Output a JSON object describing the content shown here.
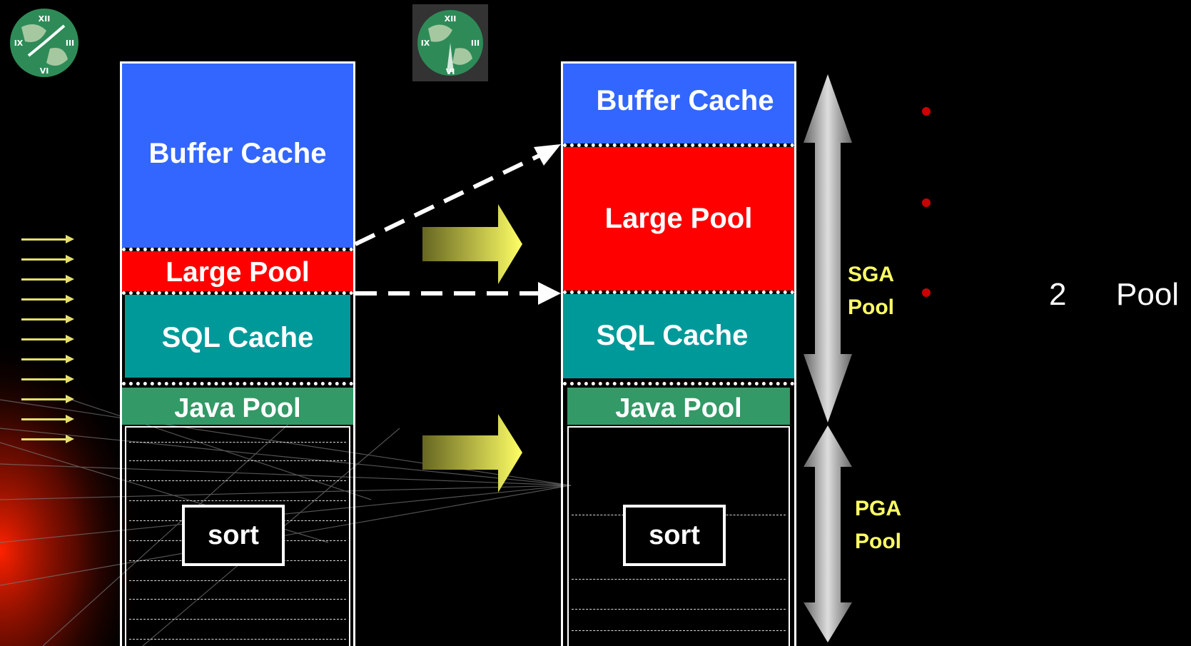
{
  "left_stack": {
    "buffer_cache": "Buffer Cache",
    "large_pool": "Large Pool",
    "sql_cache": "SQL Cache",
    "java_pool": "Java Pool",
    "sort": "sort"
  },
  "right_stack": {
    "buffer_cache": "Buffer Cache",
    "large_pool": "Large Pool",
    "sql_cache": "SQL Cache",
    "java_pool": "Java Pool",
    "sort": "sort"
  },
  "sga_label": {
    "line1": "SGA",
    "line2": "Pool"
  },
  "pga_label": {
    "line1": "PGA",
    "line2": "Pool"
  },
  "bullet_text": {
    "number": "2",
    "word": "Pool"
  },
  "colors": {
    "buffer_cache": "#3366ff",
    "large_pool": "#ff0000",
    "sql_cache": "#009999",
    "java_pool": "#339966",
    "label_yellow": "#ffff66",
    "bullet": "#cc0000"
  },
  "icons": [
    "globe-clock-icon",
    "yellow-right-arrow-icon",
    "double-headed-arrow-icon"
  ]
}
